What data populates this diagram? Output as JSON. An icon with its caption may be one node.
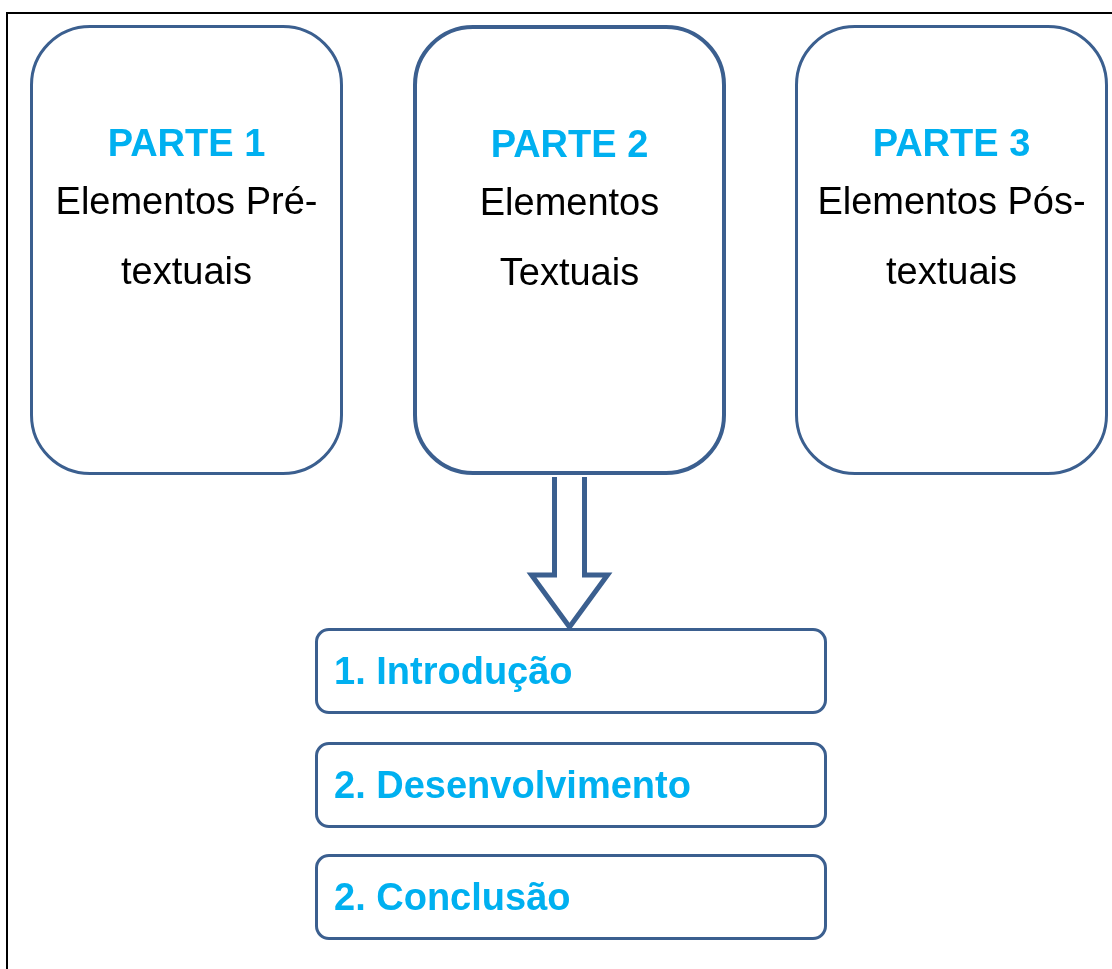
{
  "diagram": {
    "nodes": [
      {
        "text": [
          "PARTE 1",
          "Elementos Pré-textuais"
        ]
      },
      {
        "text": [
          "PARTE 2",
          "Elementos Textuais"
        ]
      },
      {
        "text": [
          "PARTE 3",
          "Elementos Pós-textuais"
        ]
      },
      {
        "text": [
          "1. Introdução"
        ]
      },
      {
        "text": [
          "2. Desenvolvimento"
        ]
      },
      {
        "text": [
          "2. Conclusão"
        ]
      }
    ],
    "edges": [
      {
        "from": 1,
        "to": 3,
        "arrow": "to"
      }
    ]
  }
}
